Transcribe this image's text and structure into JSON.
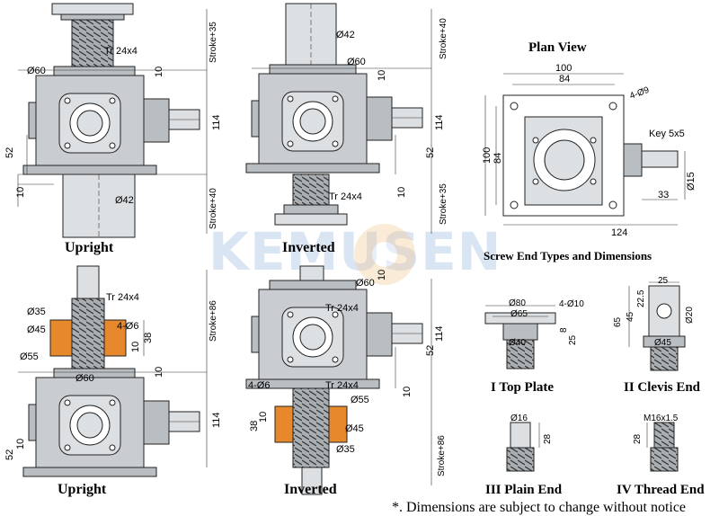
{
  "watermark": "KEMUSEN",
  "captions": {
    "upright_top": "Upright",
    "inverted_top": "Inverted",
    "plan_view": "Plan View",
    "screw_end_title": "Screw End Types and Dimensions",
    "upright_bottom": "Upright",
    "inverted_bottom": "Inverted",
    "type1": "I  Top Plate",
    "type2": "II  Clevis End",
    "type3": "III  Plain End",
    "type4": "IV  Thread End"
  },
  "note": "*. Dimensions are subject to change without notice",
  "dims": {
    "tr": "Tr 24x4",
    "d60": "Ø60",
    "d42": "Ø42",
    "ten": "10",
    "d114": "114",
    "d52": "52",
    "stroke35": "Stroke+35",
    "stroke40": "Stroke+40",
    "stroke86": "Stroke+86",
    "d35": "Ø35",
    "d45": "Ø45",
    "d55": "Ø55",
    "holes6": "4-Ø6",
    "d38": "38",
    "p100": "100",
    "p84": "84",
    "p124": "124",
    "p33": "33",
    "p15": "Ø15",
    "holes9": "4-Ø9",
    "key": "Key 5x5",
    "d80": "Ø80",
    "d65": "Ø65",
    "d40": "Ø40",
    "holes10": "4-Ø10",
    "d8": "8",
    "d25": "25",
    "d225": "22.5",
    "d45n": "45",
    "d65n": "65",
    "d20": "Ø20",
    "d16": "Ø16",
    "d28": "28",
    "m16": "M16x1.5"
  }
}
